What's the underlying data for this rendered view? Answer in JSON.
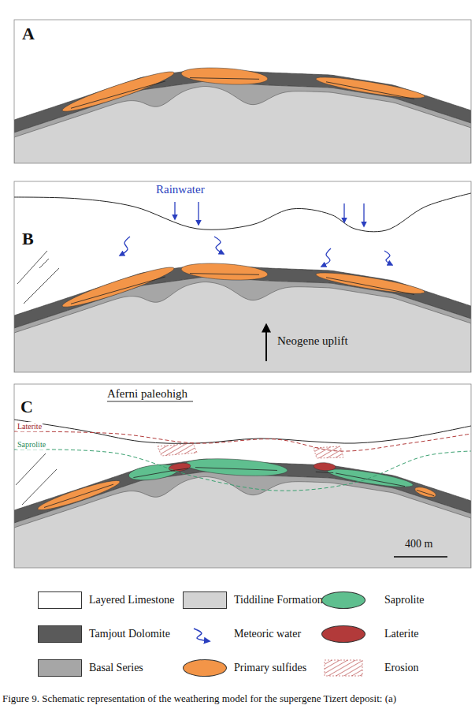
{
  "diagram": {
    "caption": "Figure 9. Schematic representation of the weathering model for the supergene Tizert deposit: (a)",
    "labels": [
      "A",
      "B",
      "Rainwater",
      "Neogene uplift",
      "C",
      "Aferni paleohigh",
      "Laterite",
      "Saprolite",
      "400 m"
    ],
    "legend": [
      {
        "text": "Layered Limestone",
        "color": "#ffffff"
      },
      {
        "text": "Tiddiline Formation",
        "color": "#d3d3d3"
      },
      {
        "text": "Saprolite",
        "color": "#5fbf8f"
      },
      {
        "text": "Tamjout Dolomite",
        "color": "#5a5a5a"
      },
      {
        "text": "Meteoric water"
      },
      {
        "text": "Laterite",
        "color": "#b23a3a"
      },
      {
        "text": "Basal Series",
        "color": "#a6a6a6"
      },
      {
        "text": "Primary sulfides",
        "color": "#f39548"
      },
      {
        "text": "Erosion"
      }
    ]
  }
}
